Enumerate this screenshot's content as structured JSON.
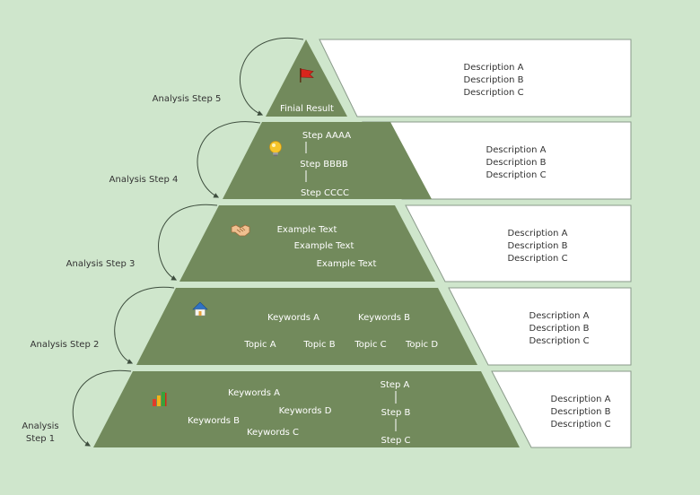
{
  "colors": {
    "background": "#cfe6cc",
    "tier_fill": "#728a5c",
    "panel_fill": "#ffffff",
    "panel_stroke": "#8a9a8a",
    "arrow": "#3d4d3d"
  },
  "steps": [
    {
      "label": "Analysis Step 5",
      "icon": "flag-icon",
      "texts": [
        "Finial Result"
      ],
      "descriptions": [
        "Description A",
        "Description B",
        "Description C"
      ]
    },
    {
      "label": "Analysis Step 4",
      "icon": "lightbulb-icon",
      "texts": [
        "Step AAAA",
        "Step BBBB",
        "Step CCCC"
      ],
      "descriptions": [
        "Description A",
        "Description B",
        "Description C"
      ]
    },
    {
      "label": "Analysis Step 3",
      "icon": "handshake-icon",
      "texts": [
        "Example Text",
        "Example Text",
        "Example Text"
      ],
      "descriptions": [
        "Description A",
        "Description B",
        "Description C"
      ]
    },
    {
      "label": "Analysis Step 2",
      "icon": "house-icon",
      "texts": [
        "Keywords A",
        "Keywords B",
        "Topic A",
        "Topic B",
        "Topic C",
        "Topic D"
      ],
      "descriptions": [
        "Description A",
        "Description B",
        "Description C"
      ]
    },
    {
      "label_lines": [
        "Analysis",
        "Step 1"
      ],
      "icon": "bar-chart-icon",
      "texts": [
        "Keywords A",
        "Keywords D",
        "Keywords B",
        "Keywords C",
        "Step A",
        "Step B",
        "Step C"
      ],
      "descriptions": [
        "Description A",
        "Description B",
        "Description C"
      ]
    }
  ]
}
